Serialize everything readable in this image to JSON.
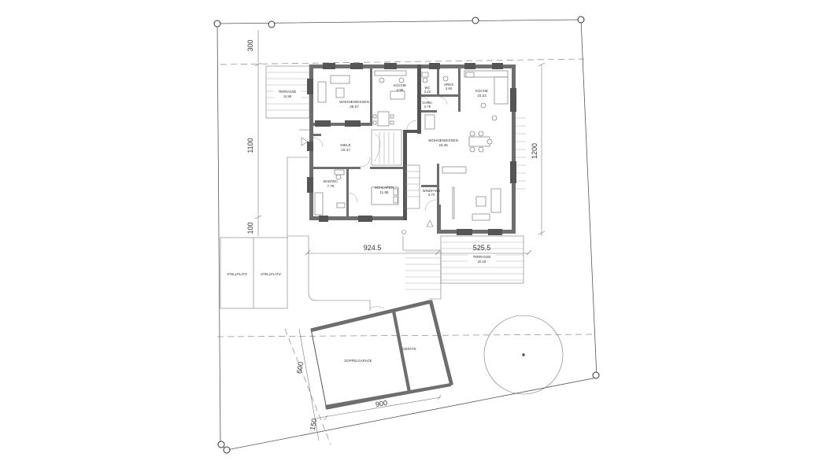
{
  "rooms": {
    "terrasse_west": {
      "name": "TERRASSE",
      "area": "11.58"
    },
    "wohnen_essen_1": {
      "name": "WOHNEN/ESSEN",
      "area": "28.07"
    },
    "kueche_1": {
      "name": "KÜCHE",
      "area": "4.96"
    },
    "wc": {
      "name": "WC",
      "area": "2.22"
    },
    "speis": {
      "name": "SPEIS",
      "area": "2.60"
    },
    "kueche_2": {
      "name": "KÜCHE",
      "area": "10.22"
    },
    "gard": {
      "name": "GARD.",
      "area": "2.79"
    },
    "diele": {
      "name": "DIELE",
      "area": "10.47"
    },
    "wohnen_essen_2": {
      "name": "WOHNEN/ESSEN",
      "area": "43.35"
    },
    "bad_wc": {
      "name": "BAD/WC",
      "area": "7.76"
    },
    "schlafen": {
      "name": "SCHLAFEN",
      "area": "11.88"
    },
    "windfang": {
      "name": "WINDFANG",
      "area": "3.70"
    },
    "terrasse_south": {
      "name": "TERRASSE",
      "area": "20.18"
    }
  },
  "outdoor": {
    "stellplatz_1": "STELLPLATZ",
    "stellplatz_2": "STELLPLATZ",
    "doppelgarage": "DOPPELGARAGE",
    "geraete": "GERÄTE"
  },
  "dimensions": {
    "d300": "300",
    "d1100": "1100",
    "d100": "100",
    "d1200": "1200",
    "d924_5": "924.5",
    "d525_5": "525.5",
    "d600": "600",
    "d150": "150",
    "d900": "900"
  }
}
